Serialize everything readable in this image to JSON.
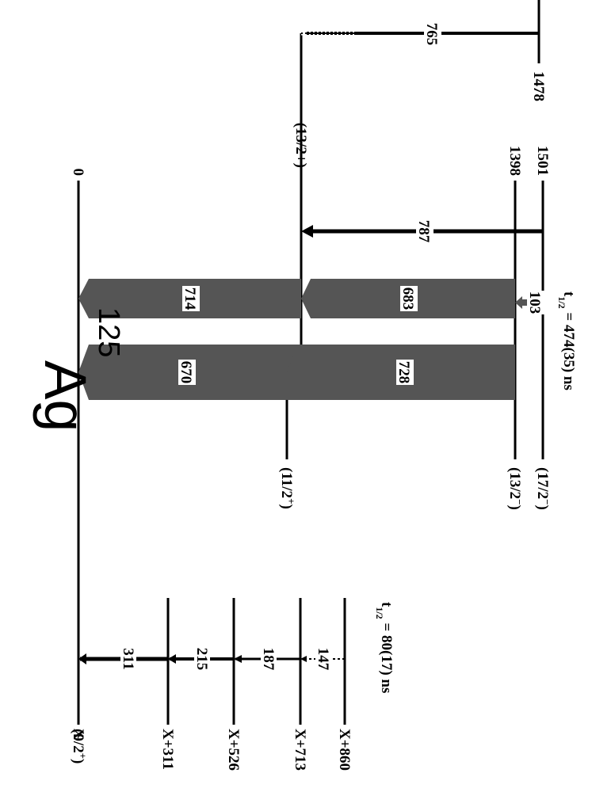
{
  "nucleus": {
    "mass": "125",
    "symbol": "Ag"
  },
  "half_lives": [
    {
      "id": "iso1",
      "symbol": "t",
      "sub": "1/2",
      "rest": " = 474(35) ns"
    },
    {
      "id": "iso2",
      "symbol": "t",
      "sub": "1/2",
      "rest": " = 80(17) ns"
    }
  ],
  "levels": [
    {
      "id": "l0",
      "energy": "0",
      "spin": "(9/2",
      "sup": "+",
      "tail": ")"
    },
    {
      "id": "l714",
      "energy": "",
      "spin": "(13/2+)",
      "sup": "",
      "tail": ""
    },
    {
      "id": "l670",
      "energy": "",
      "spin": "(11/2",
      "sup": "+",
      "tail": ")"
    },
    {
      "id": "l1398",
      "energy": "1398",
      "spin": "(13/2",
      "sup": "−",
      "tail": ")"
    },
    {
      "id": "l1478",
      "energy": "1478",
      "spin": "",
      "sup": "",
      "tail": ""
    },
    {
      "id": "l1501",
      "energy": "1501",
      "spin": "(17/2",
      "sup": "−",
      "tail": ")"
    }
  ],
  "gammas": [
    {
      "id": "g765",
      "label": "765",
      "dotted": true
    },
    {
      "id": "g787",
      "label": "787"
    },
    {
      "id": "g103",
      "label": "103"
    },
    {
      "id": "g683",
      "label": "683"
    },
    {
      "id": "g714",
      "label": "714"
    },
    {
      "id": "g728",
      "label": "728"
    },
    {
      "id": "g670",
      "label": "670"
    }
  ],
  "isomer_band": {
    "levels": [
      {
        "id": "x860",
        "label": "X+860"
      },
      {
        "id": "x713",
        "label": "X+713"
      },
      {
        "id": "x526",
        "label": "X+526"
      },
      {
        "id": "x311",
        "label": "X+311"
      },
      {
        "id": "x0",
        "label": "X"
      }
    ],
    "gammas": [
      {
        "id": "b147",
        "label": "147"
      },
      {
        "id": "b187",
        "label": "187"
      },
      {
        "id": "b215",
        "label": "215"
      },
      {
        "id": "b311",
        "label": "311"
      }
    ]
  },
  "colors": {
    "arrow_fill": "#555555",
    "line": "#000000"
  }
}
